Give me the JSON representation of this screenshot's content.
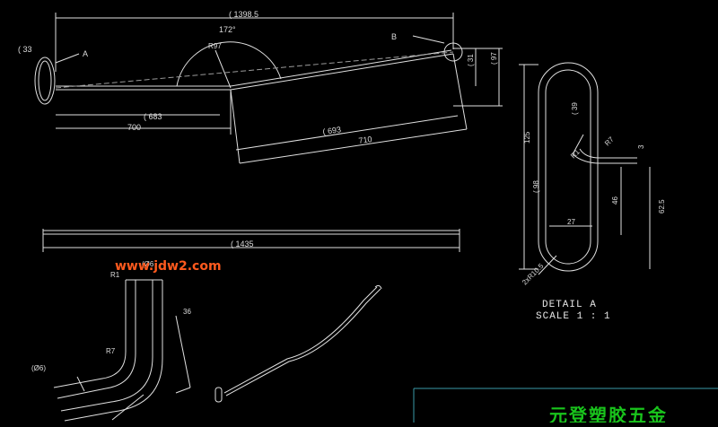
{
  "watermark": "www.jdw2.com",
  "logo_text": "元登塑胶五金",
  "detail": {
    "line1": "DETAIL  A",
    "line2": "SCALE  1 : 1"
  },
  "callouts": {
    "a": "A",
    "b": "B"
  },
  "dims": {
    "overall": "( 1398.5",
    "angle": "172°",
    "r97": "R97",
    "d33": "( 33",
    "d683": "( 683",
    "d700": "700",
    "d693": "( 693",
    "d710": "710",
    "d31": "( 31",
    "d97": "( 97",
    "d1435": "( 1435",
    "d125": "125",
    "d39": "( 39",
    "d98": "( 98",
    "r7a": "R7",
    "r1a": "R1",
    "d3": "3",
    "d46": "46",
    "d625": "62.5",
    "d27": "27",
    "r105": "2xR10.5",
    "r1b": "R1",
    "d6top": "(Ø6",
    "d36": "36",
    "r7b": "R7",
    "d6left": "(Ø6)"
  },
  "colors": {
    "line": "#e0e0e0",
    "watermark": "#ff5a1e",
    "logo": "#19c41c",
    "frame": "#3a9aa8"
  }
}
